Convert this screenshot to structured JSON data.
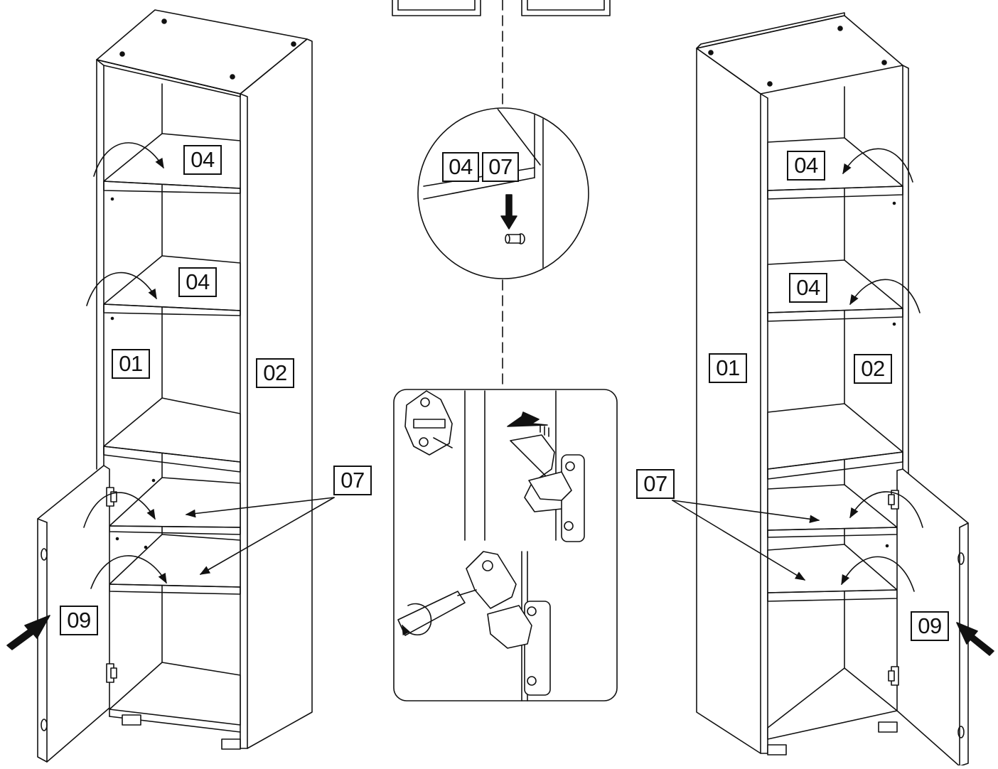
{
  "labels": {
    "shelf": "04",
    "left_panel": "01",
    "right_panel": "02",
    "shelf_pin": "07",
    "door": "09"
  },
  "icons": [
    "curved-arrow-icon",
    "push-arrow-icon",
    "down-arrow-icon",
    "screwdriver-icon",
    "hinge-icon",
    "shelf-pin-icon",
    "rotate-arrow-icon"
  ],
  "colors": {
    "line": "#111111",
    "paper": "#ffffff"
  }
}
